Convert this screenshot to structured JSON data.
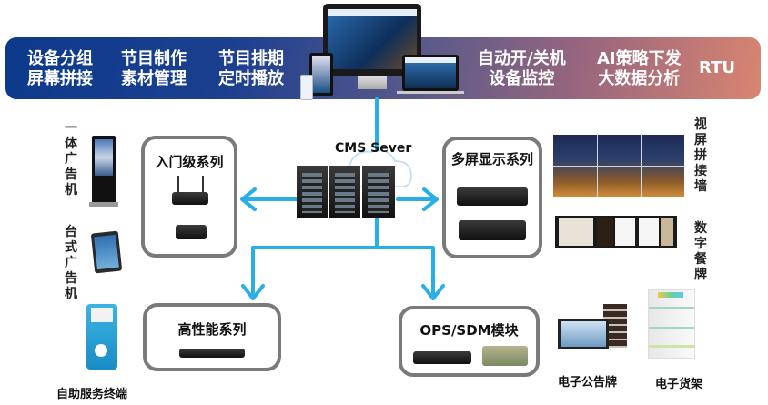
{
  "banner": {
    "groups": [
      {
        "line1": "设备分组",
        "line2": "屏幕拼接"
      },
      {
        "line1": "节目制作",
        "line2": "素材管理"
      },
      {
        "line1": "节目排期",
        "line2": "定时播放"
      },
      {
        "line1": "自动开/关机",
        "line2": "设备监控"
      },
      {
        "line1": "AI策略下发",
        "line2": "大数据分析"
      },
      {
        "line1": "RTU",
        "line2": ""
      }
    ],
    "colors": {
      "left": "#0d3a8c",
      "right": "#d98570"
    }
  },
  "server": {
    "label": "CMS Sever"
  },
  "series": {
    "entry": "入门级系列",
    "multi_screen": "多屏显示系列",
    "high_performance": "高性能系列",
    "ops_sdm": "OPS/SDM模块"
  },
  "terminals": {
    "floor_kiosk": "一体广告机",
    "desktop_kiosk": "台式广告机",
    "self_service": "自助服务终端",
    "video_wall": "视屏拼接墙",
    "digital_menu": "数字餐牌",
    "bulletin_board": "电子公告牌",
    "shelf": "电子货架"
  },
  "colors": {
    "connector": "#29aee6",
    "box_border": "#7a7a7a"
  }
}
